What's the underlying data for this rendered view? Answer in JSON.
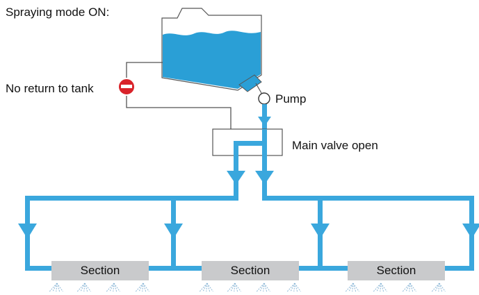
{
  "title": "Spraying mode ON:",
  "labels": {
    "no_return": "No return to tank",
    "pump": "Pump",
    "main_valve": "Main valve open"
  },
  "sections": [
    {
      "label": "Section"
    },
    {
      "label": "Section"
    },
    {
      "label": "Section"
    }
  ],
  "colors": {
    "liquid": "#2a9fd6",
    "pipe": "#3aa7dd",
    "line": "#555555",
    "stop": "#d9232a",
    "section": "#c9cacc"
  },
  "icons": [
    "stop-icon",
    "pump-icon",
    "nozzle-icon"
  ]
}
